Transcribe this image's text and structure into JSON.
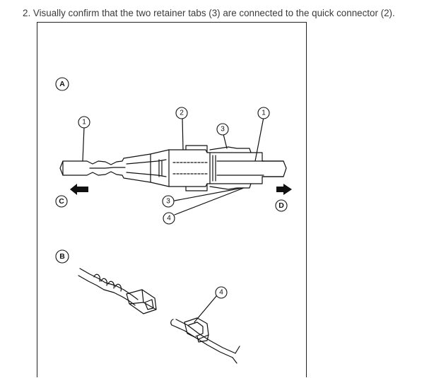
{
  "instruction": {
    "text": "2. Visually confirm that the two retainer tabs (3) are connected to the quick connector (2)."
  },
  "figure": {
    "callouts": {
      "A": "A",
      "B": "B",
      "C": "C",
      "D": "D",
      "c1a": "1",
      "c1b": "1",
      "c2": "2",
      "c3a": "3",
      "c3b": "3",
      "c4a": "4",
      "c4b": "4"
    }
  }
}
